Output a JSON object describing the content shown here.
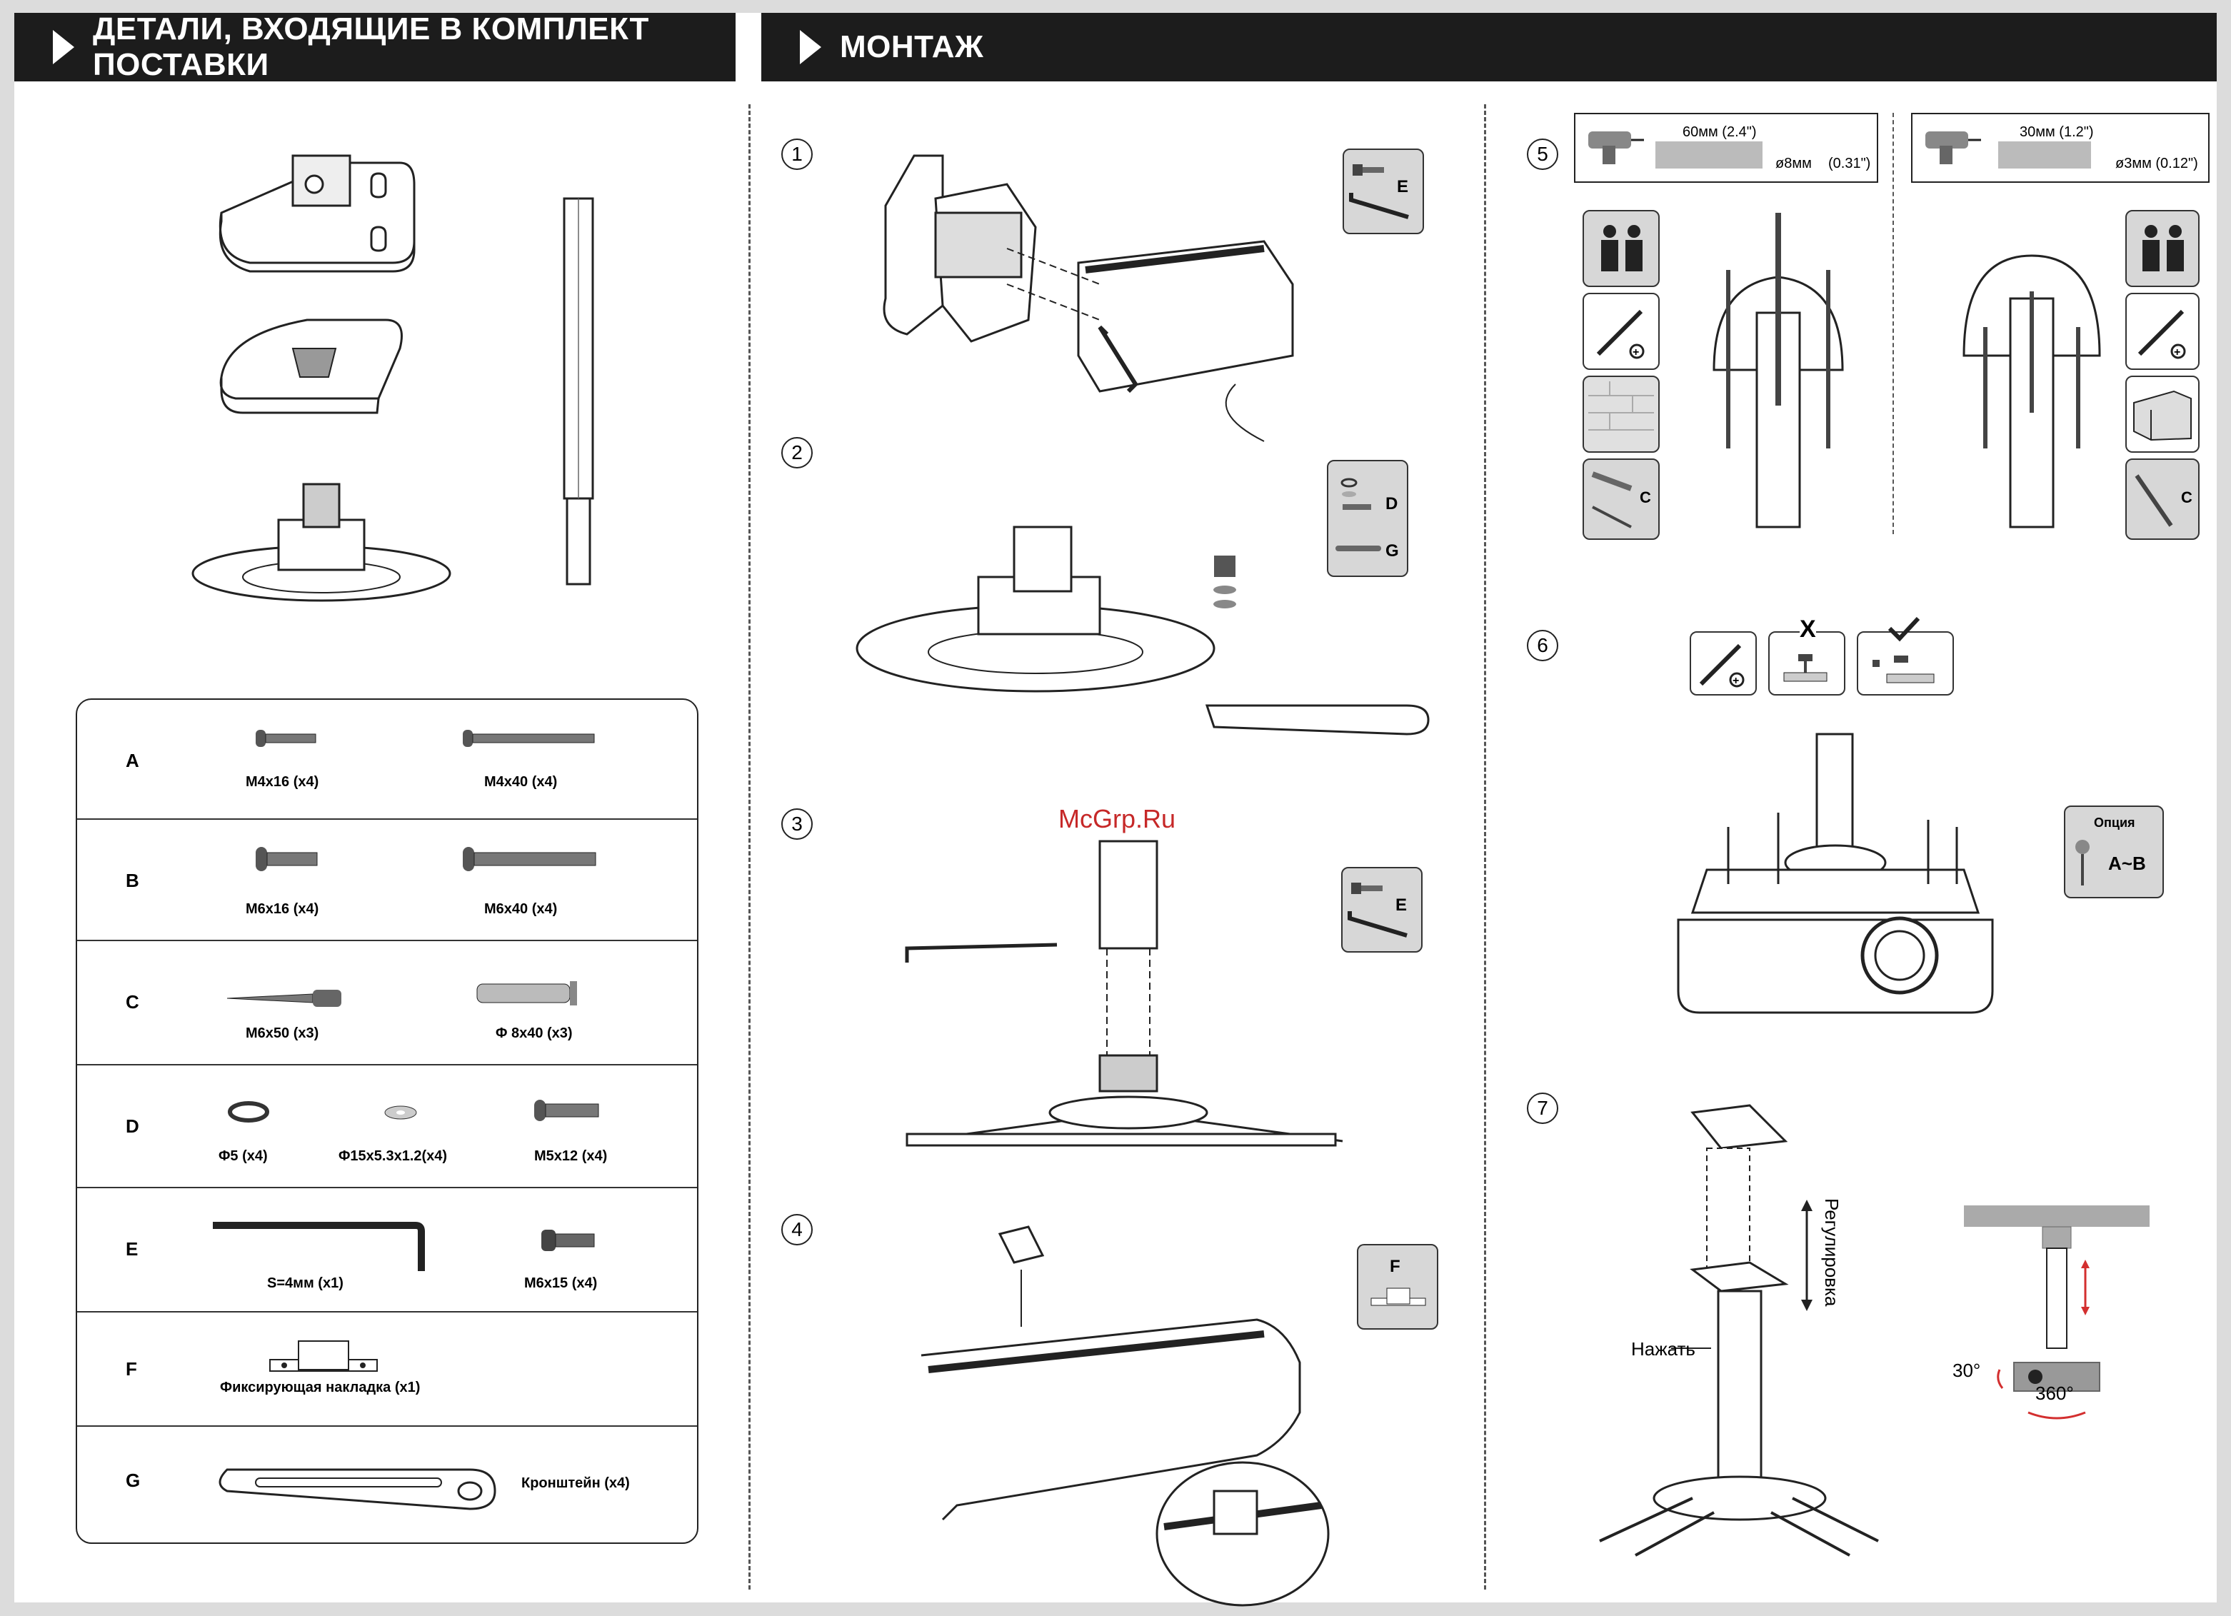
{
  "headers": {
    "parts": "ДЕТАЛИ, ВХОДЯЩИЕ В КОМПЛЕКТ ПОСТАВКИ",
    "mount": "МОНТАЖ"
  },
  "watermark": "McGrp.Ru",
  "parts": {
    "A": {
      "letter": "A",
      "items": [
        "M4x16 (x4)",
        "M4x40 (x4)"
      ]
    },
    "B": {
      "letter": "B",
      "items": [
        "M6x16 (x4)",
        "M6x40 (x4)"
      ]
    },
    "C": {
      "letter": "C",
      "items": [
        "M6x50 (x3)",
        "Φ 8x40 (x3)"
      ]
    },
    "D": {
      "letter": "D",
      "items": [
        "Φ5 (x4)",
        "Φ15x5.3x1.2(x4)",
        "M5x12 (x4)"
      ]
    },
    "E": {
      "letter": "E",
      "items": [
        "S=4мм (x1)",
        "M6x15 (x4)"
      ]
    },
    "F": {
      "letter": "F",
      "items": [
        "Фиксирующая накладка (x1)"
      ]
    },
    "G": {
      "letter": "G",
      "items": [
        "Кронштейн (x4)"
      ]
    }
  },
  "steps": [
    "1",
    "2",
    "3",
    "4",
    "5",
    "6",
    "7"
  ],
  "tags": {
    "step1": "E",
    "step2_d": "D",
    "step2_g": "G",
    "step3": "E",
    "step4": "F",
    "step5a": "C",
    "step5b": "C",
    "option_title": "Опция",
    "option_value": "A~B"
  },
  "drill": {
    "left": {
      "depth": "60мм (2.4\")",
      "dia": "ø8мм",
      "dia_in": "(0.31\")"
    },
    "right": {
      "depth": "30мм (1.2\")",
      "dia": "ø3мм (0.12\")"
    }
  },
  "step6_marks": {
    "wrong": "X"
  },
  "step7": {
    "adjust": "Регулировка",
    "press": "Нажать",
    "tilt": "30°",
    "rotate": "360°"
  }
}
